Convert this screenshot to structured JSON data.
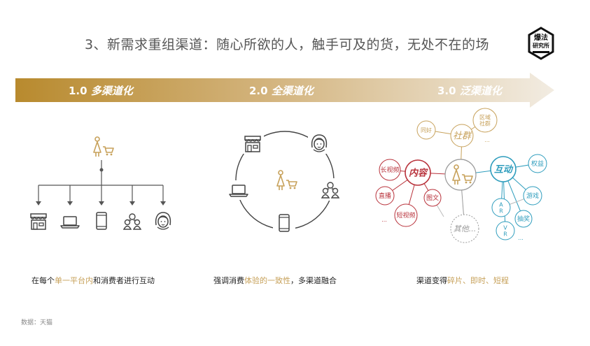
{
  "title": "3、新需求重组渠道：随心所欲的人，触手可及的货，无处不在的场",
  "logo": {
    "line1": "爆法",
    "line2": "研究所"
  },
  "colors": {
    "gold": "#c7a15a",
    "red": "#b8313a",
    "teal": "#2e9dbd",
    "gray": "#999999"
  },
  "stages": [
    {
      "num": "1.0",
      "label": "多渠道化"
    },
    {
      "num": "2.0",
      "label": "全渠道化"
    },
    {
      "num": "3.0",
      "label": "泛渠道化"
    }
  ],
  "captions": {
    "c1": {
      "pre": "在每个",
      "hl": "单一平台内",
      "post": "和消费者进行互动"
    },
    "c2": {
      "pre": "强调消费",
      "hl": "体验的一致性",
      "post": "，多渠道融合"
    },
    "c3": {
      "pre": "渠道变得",
      "hl": "碎片、即时、短程",
      "post": ""
    }
  },
  "source": "数据：天猫",
  "stage3": {
    "center_icon": "person-cart-icon",
    "hubs": [
      {
        "text": "社群",
        "color": "gold"
      },
      {
        "text": "内容",
        "color": "red"
      },
      {
        "text": "互动",
        "color": "teal"
      },
      {
        "text": "其他...",
        "color": "gray"
      }
    ],
    "community_items": [
      "同好",
      "区域\n社群",
      "..."
    ],
    "content_items": [
      "长视频",
      "图文",
      "直播",
      "短视频",
      "..."
    ],
    "interact_items": [
      "权益",
      "游戏",
      "抽奖",
      "AR",
      "VR",
      "..."
    ]
  },
  "icons": {
    "person_cart": "person-cart-icon",
    "store": "store-icon",
    "laptop": "laptop-icon",
    "phone": "phone-icon",
    "group": "group-icon",
    "face": "face-icon"
  }
}
